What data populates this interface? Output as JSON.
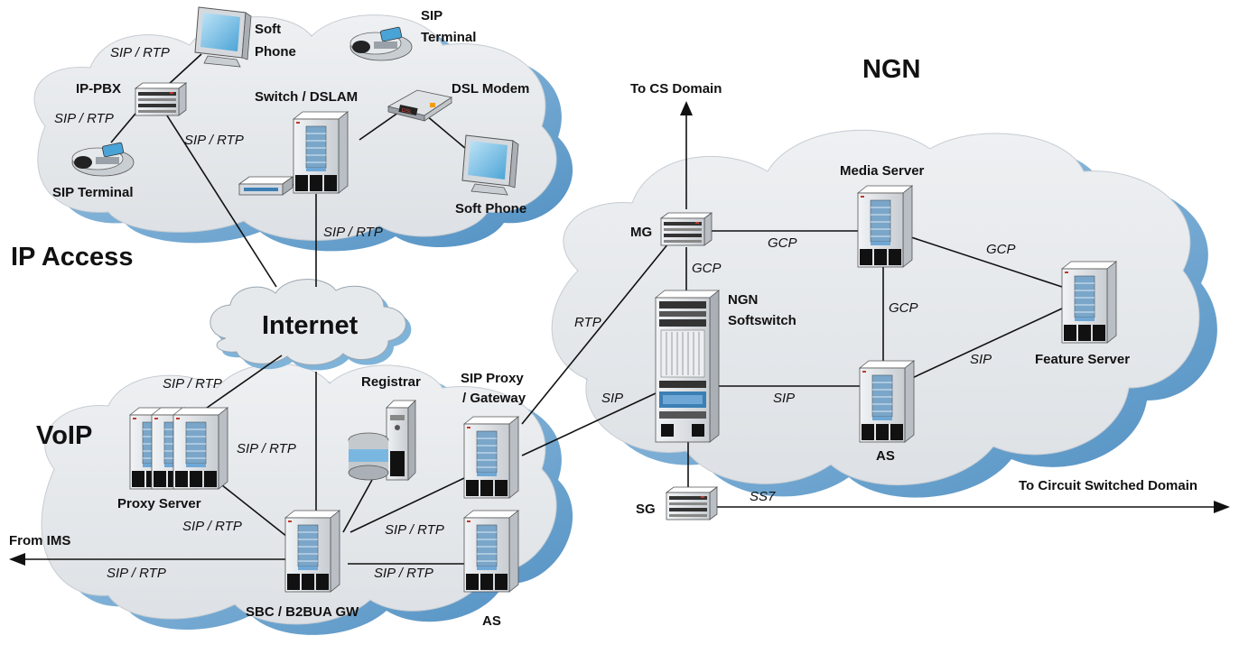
{
  "regions": {
    "ip_access": "IP Access",
    "voip": "VoIP",
    "ngn": "NGN",
    "internet": "Internet"
  },
  "nodes": {
    "soft_phone_top_1": "Soft",
    "soft_phone_top_2": "Phone",
    "sip_terminal_top_1": "SIP",
    "sip_terminal_top_2": "Terminal",
    "ip_pbx": "IP-PBX",
    "switch_dslam": "Switch / DSLAM",
    "dsl_modem": "DSL Modem",
    "sip_terminal_left": "SIP Terminal",
    "soft_phone_right": "Soft Phone",
    "registrar": "Registrar",
    "sip_proxy_1": "SIP Proxy",
    "sip_proxy_2": "/ Gateway",
    "proxy_server": "Proxy Server",
    "sbc": "SBC / B2BUA GW",
    "as_voip": "AS",
    "mg": "MG",
    "media_server": "Media Server",
    "ngn_softswitch_1": "NGN",
    "ngn_softswitch_2": "Softswitch",
    "feature_server": "Feature Server",
    "as_ngn": "AS",
    "sg": "SG",
    "dsl_badge": "DSL"
  },
  "edges": {
    "sip_rtp": "SIP / RTP",
    "rtp": "RTP",
    "sip": "SIP",
    "gcp": "GCP",
    "ss7": "SS7"
  },
  "external": {
    "to_cs_domain": "To CS Domain",
    "to_circuit_switched": "To Circuit Switched Domain",
    "from_ims": "From IMS"
  },
  "colors": {
    "cloud_fill": "#e6e9ec",
    "cloud_shadow": "#7fb3d8",
    "server_body": "#dfe3e6",
    "server_panel": "#7aa6c9",
    "line": "#111111"
  }
}
